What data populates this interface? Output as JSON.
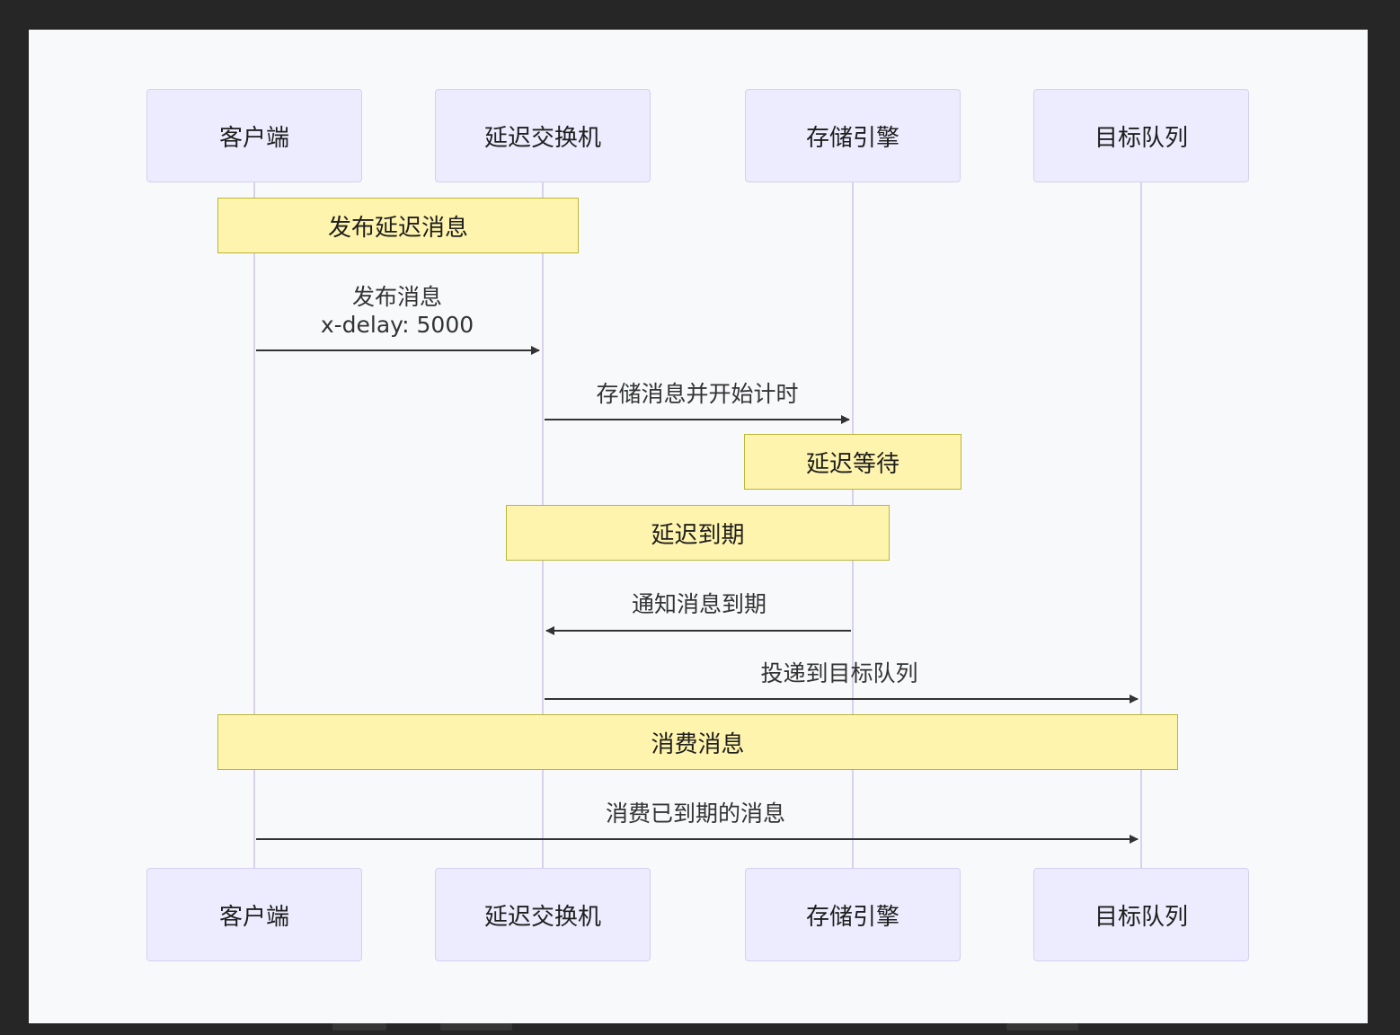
{
  "window": {
    "title": ""
  },
  "diagram": {
    "type": "sequence",
    "participants": [
      "客户端",
      "延迟交换机",
      "存储引擎",
      "目标队列"
    ],
    "notes": [
      {
        "text": "发布延迟消息"
      },
      {
        "text": "延迟等待"
      },
      {
        "text": "延迟到期"
      },
      {
        "text": "消费消息"
      }
    ],
    "messages": [
      {
        "line1": "发布消息",
        "line2": "x-delay: 5000",
        "from": "客户端",
        "to": "延迟交换机"
      },
      {
        "line1": "存储消息并开始计时",
        "from": "延迟交换机",
        "to": "存储引擎"
      },
      {
        "line1": "通知消息到期",
        "from": "存储引擎",
        "to": "延迟交换机"
      },
      {
        "line1": "投递到目标队列",
        "from": "延迟交换机",
        "to": "目标队列"
      },
      {
        "line1": "消费已到期的消息",
        "from": "客户端",
        "to": "目标队列"
      }
    ],
    "colors": {
      "actor_fill": "#ececfe",
      "actor_border": "#d5cff3",
      "note_fill": "#fff4ad",
      "note_border": "#b9b63a",
      "arrow": "#333333",
      "lifeline": "#d9d0ec"
    }
  }
}
